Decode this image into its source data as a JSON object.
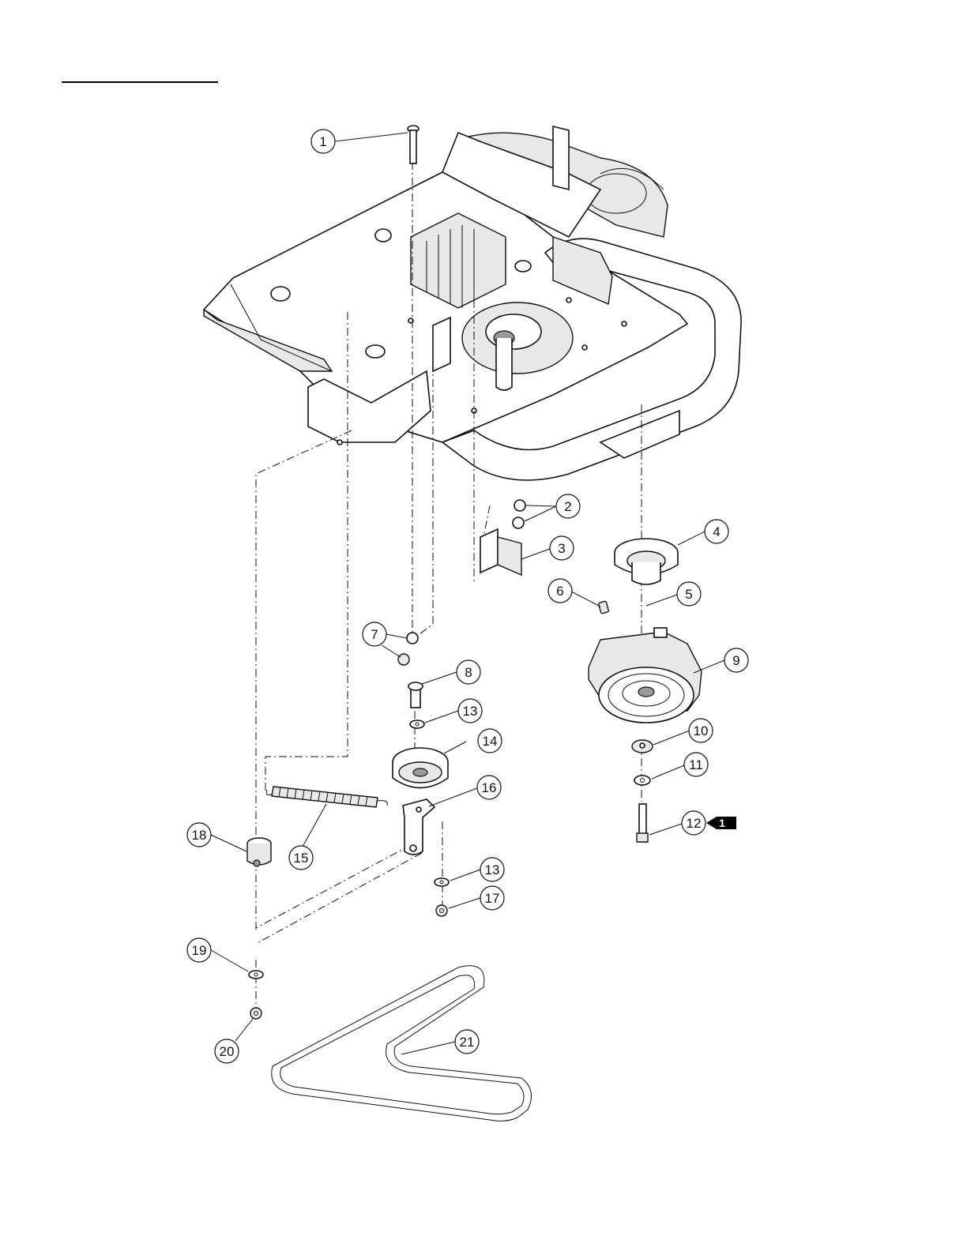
{
  "diagram": {
    "callouts": [
      {
        "id": "c1",
        "label": "1"
      },
      {
        "id": "c2",
        "label": "2"
      },
      {
        "id": "c3",
        "label": "3"
      },
      {
        "id": "c4",
        "label": "4"
      },
      {
        "id": "c5",
        "label": "5"
      },
      {
        "id": "c6",
        "label": "6"
      },
      {
        "id": "c7",
        "label": "7"
      },
      {
        "id": "c8",
        "label": "8"
      },
      {
        "id": "c9",
        "label": "9"
      },
      {
        "id": "c10",
        "label": "10"
      },
      {
        "id": "c11",
        "label": "11"
      },
      {
        "id": "c12",
        "label": "12"
      },
      {
        "id": "c13a",
        "label": "13"
      },
      {
        "id": "c14",
        "label": "14"
      },
      {
        "id": "c15",
        "label": "15"
      },
      {
        "id": "c16",
        "label": "16"
      },
      {
        "id": "c13b",
        "label": "13"
      },
      {
        "id": "c17",
        "label": "17"
      },
      {
        "id": "c18",
        "label": "18"
      },
      {
        "id": "c19",
        "label": "19"
      },
      {
        "id": "c20",
        "label": "20"
      },
      {
        "id": "c21",
        "label": "21"
      }
    ],
    "note_flag": {
      "label": "1"
    },
    "colors": {
      "line": "#111111",
      "background": "#ffffff",
      "shade": "#e8e8e8",
      "flag": "#000000"
    }
  }
}
